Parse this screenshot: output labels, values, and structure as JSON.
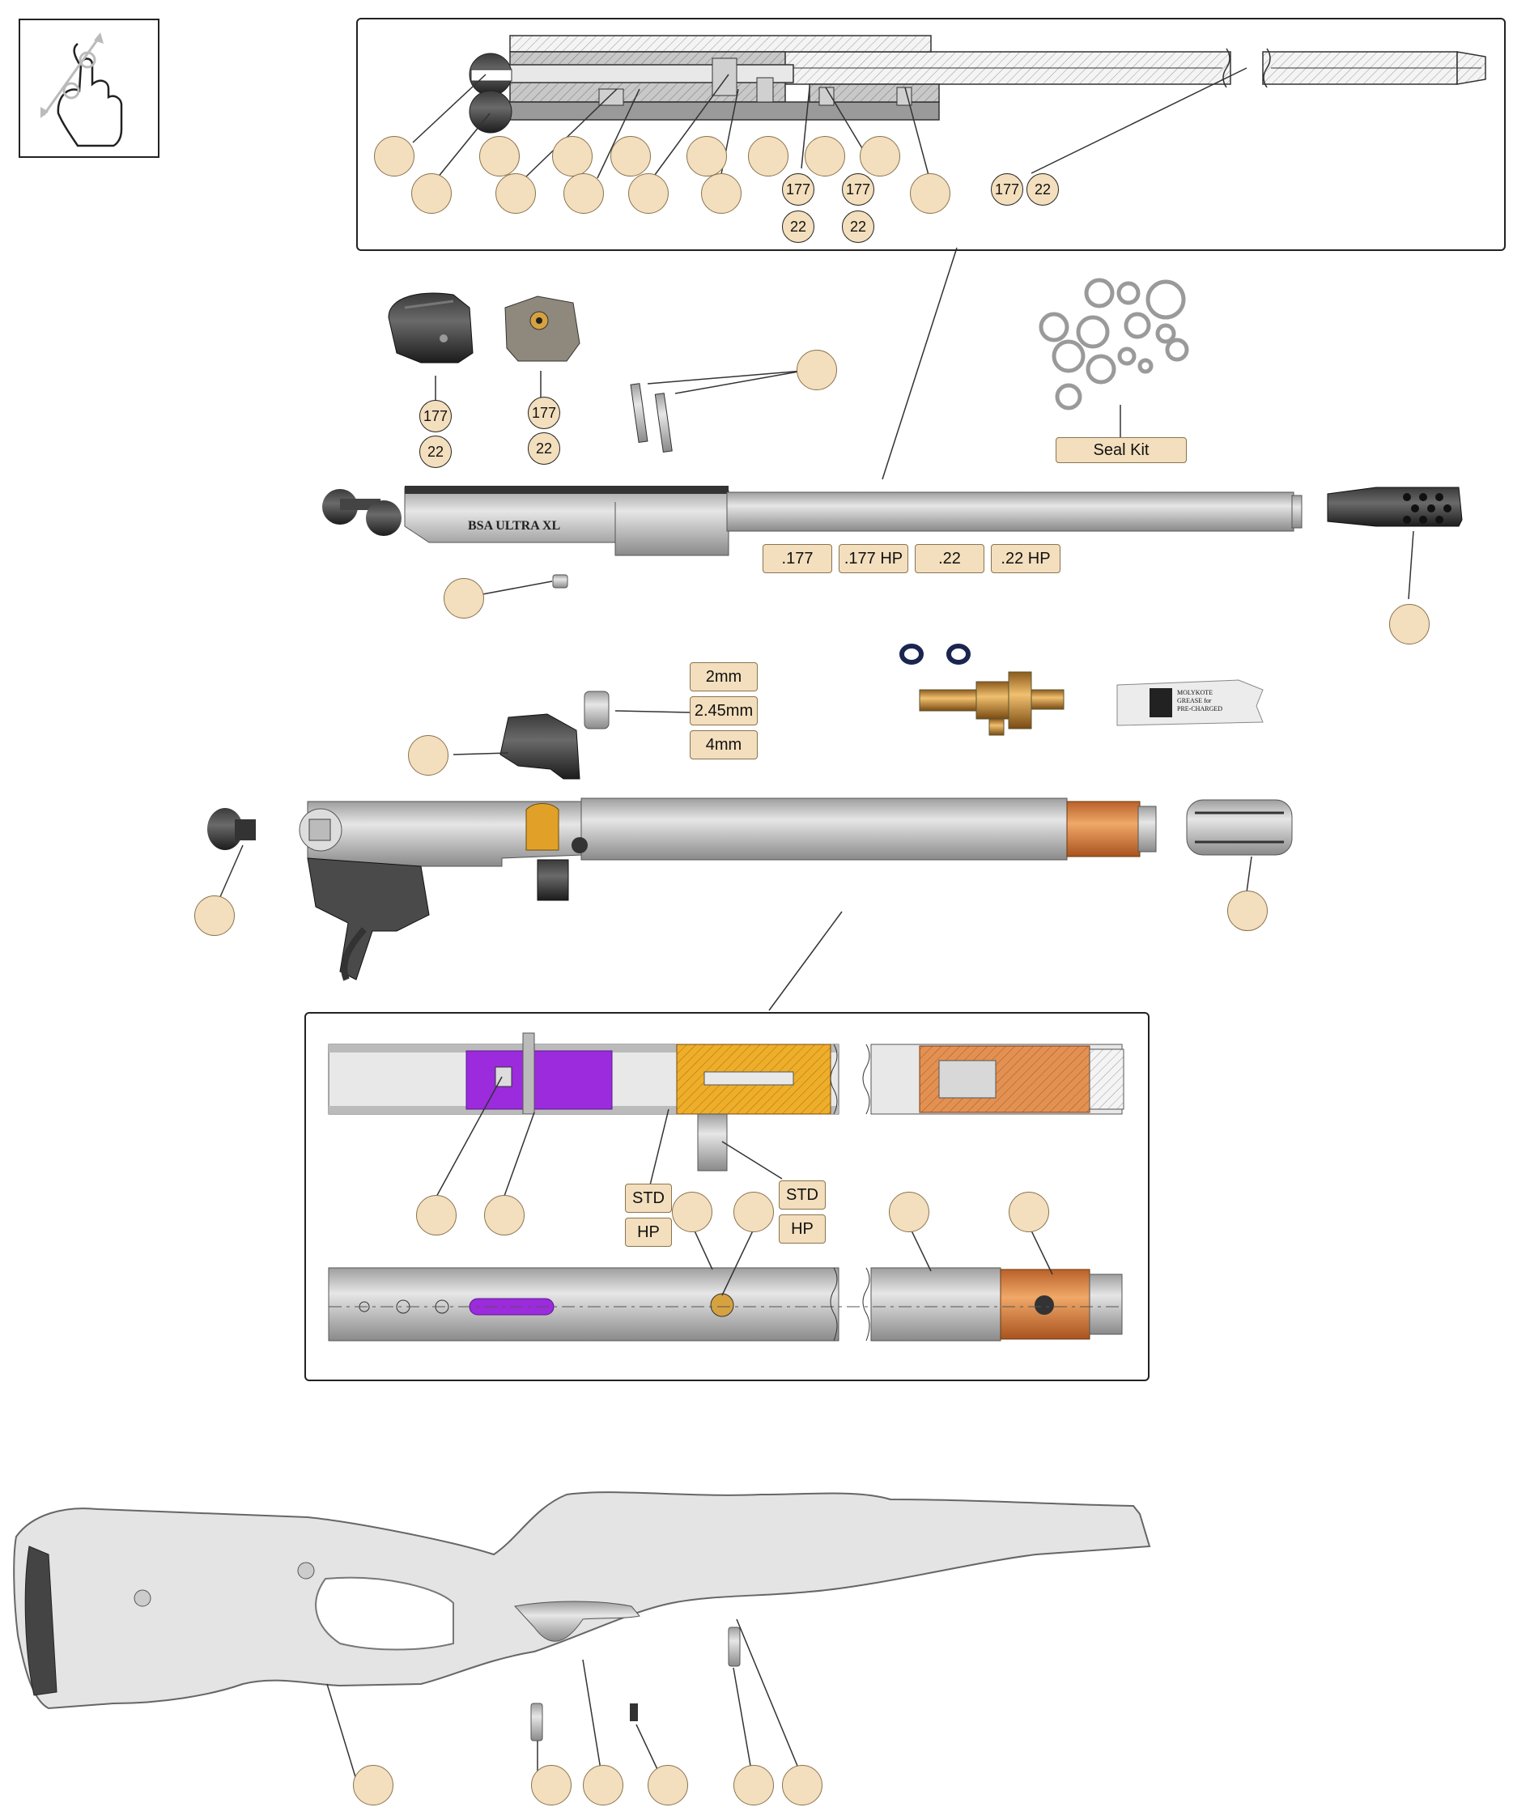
{
  "colors": {
    "bubble_fill": "#f3dfbd",
    "bubble_border": "#8a7450",
    "metal": "#bdbdbd",
    "purple": "#9b2bdc",
    "gold": "#e6a11c",
    "copper": "#d9823f"
  },
  "icons": {
    "gesture": "pinch-zoom-icon"
  },
  "caliber_top": {
    "b1": "177",
    "b2": "22",
    "b3": "177",
    "b4": "22",
    "b5": "177",
    "b6": "22"
  },
  "magazine": {
    "c1": "177",
    "c2": "22"
  },
  "loader": {
    "c1": "177",
    "c2": "22"
  },
  "seal_kit": "Seal Kit",
  "barrels": {
    "b1": ".177",
    "b2": ".177 HP",
    "b3": ".22",
    "b4": ".22 HP"
  },
  "transfer_port": {
    "a": "2mm",
    "b": "2.45mm",
    "c": "4mm"
  },
  "tube_grease": {
    "brand": "MOLYKOTE",
    "line2": "GREASE for",
    "line3": "PRE-CHARGED"
  },
  "action_engraving": "BSA ULTRA XL",
  "valve_types": {
    "left_std": "STD",
    "left_hp": "HP",
    "right_std": "STD",
    "right_hp": "HP"
  }
}
